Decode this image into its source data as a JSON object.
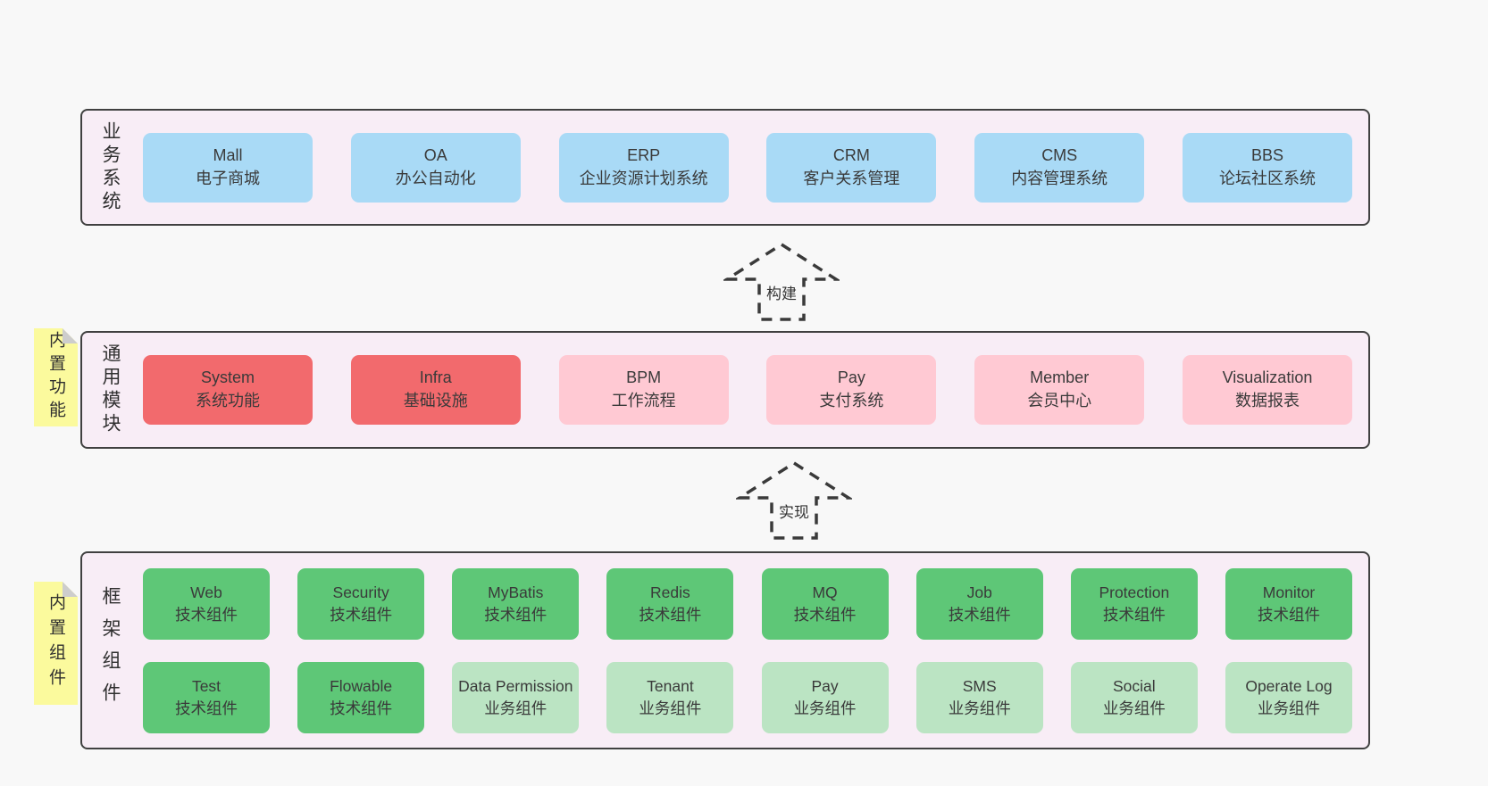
{
  "page": {
    "background": "#f8f8f8"
  },
  "colors": {
    "band_background": "#f8edf6",
    "band_border": "#404040",
    "blue_box": "#a9daf6",
    "red_box": "#f26a6d",
    "pink_box": "#ffc9d3",
    "green_dark_box": "#5ec777",
    "green_light_box": "#bbe4c3",
    "sticky_yellow": "#fbfa9d",
    "sticky_fold": "#cdcdcd",
    "arrow_stroke": "#3a3a3a",
    "text": "#333333"
  },
  "arrows": [
    {
      "id": "build",
      "label": "构建"
    },
    {
      "id": "implement",
      "label": "实现"
    }
  ],
  "bands": [
    {
      "id": "business-systems",
      "side_label": "业务系统",
      "sticky_note": null,
      "box_size": "wide",
      "rows": [
        [
          {
            "title": "Mall",
            "subtitle": "电子商城",
            "variant": "blue"
          },
          {
            "title": "OA",
            "subtitle": "办公自动化",
            "variant": "blue"
          },
          {
            "title": "ERP",
            "subtitle": "企业资源计划系统",
            "variant": "blue"
          },
          {
            "title": "CRM",
            "subtitle": "客户关系管理",
            "variant": "blue"
          },
          {
            "title": "CMS",
            "subtitle": "内容管理系统",
            "variant": "blue"
          },
          {
            "title": "BBS",
            "subtitle": "论坛社区系统",
            "variant": "blue"
          }
        ]
      ]
    },
    {
      "id": "common-modules",
      "side_label": "通用模块",
      "sticky_note": "内置功能",
      "box_size": "wide",
      "rows": [
        [
          {
            "title": "System",
            "subtitle": "系统功能",
            "variant": "red"
          },
          {
            "title": "Infra",
            "subtitle": "基础设施",
            "variant": "red"
          },
          {
            "title": "BPM",
            "subtitle": "工作流程",
            "variant": "pink"
          },
          {
            "title": "Pay",
            "subtitle": "支付系统",
            "variant": "pink"
          },
          {
            "title": "Member",
            "subtitle": "会员中心",
            "variant": "pink"
          },
          {
            "title": "Visualization",
            "subtitle": "数据报表",
            "variant": "pink"
          }
        ]
      ]
    },
    {
      "id": "framework-components",
      "side_label": "框架组件",
      "sticky_note": "内置组件",
      "box_size": "narrow",
      "rows": [
        [
          {
            "title": "Web",
            "subtitle": "技术组件",
            "variant": "green"
          },
          {
            "title": "Security",
            "subtitle": "技术组件",
            "variant": "green"
          },
          {
            "title": "MyBatis",
            "subtitle": "技术组件",
            "variant": "green"
          },
          {
            "title": "Redis",
            "subtitle": "技术组件",
            "variant": "green"
          },
          {
            "title": "MQ",
            "subtitle": "技术组件",
            "variant": "green"
          },
          {
            "title": "Job",
            "subtitle": "技术组件",
            "variant": "green"
          },
          {
            "title": "Protection",
            "subtitle": "技术组件",
            "variant": "green"
          },
          {
            "title": "Monitor",
            "subtitle": "技术组件",
            "variant": "green"
          }
        ],
        [
          {
            "title": "Test",
            "subtitle": "技术组件",
            "variant": "green"
          },
          {
            "title": "Flowable",
            "subtitle": "技术组件",
            "variant": "green"
          },
          {
            "title": "Data Permission",
            "subtitle": "业务组件",
            "variant": "lightgreen"
          },
          {
            "title": "Tenant",
            "subtitle": "业务组件",
            "variant": "lightgreen"
          },
          {
            "title": "Pay",
            "subtitle": "业务组件",
            "variant": "lightgreen"
          },
          {
            "title": "SMS",
            "subtitle": "业务组件",
            "variant": "lightgreen"
          },
          {
            "title": "Social",
            "subtitle": "业务组件",
            "variant": "lightgreen"
          },
          {
            "title": "Operate Log",
            "subtitle": "业务组件",
            "variant": "lightgreen"
          }
        ]
      ]
    }
  ]
}
